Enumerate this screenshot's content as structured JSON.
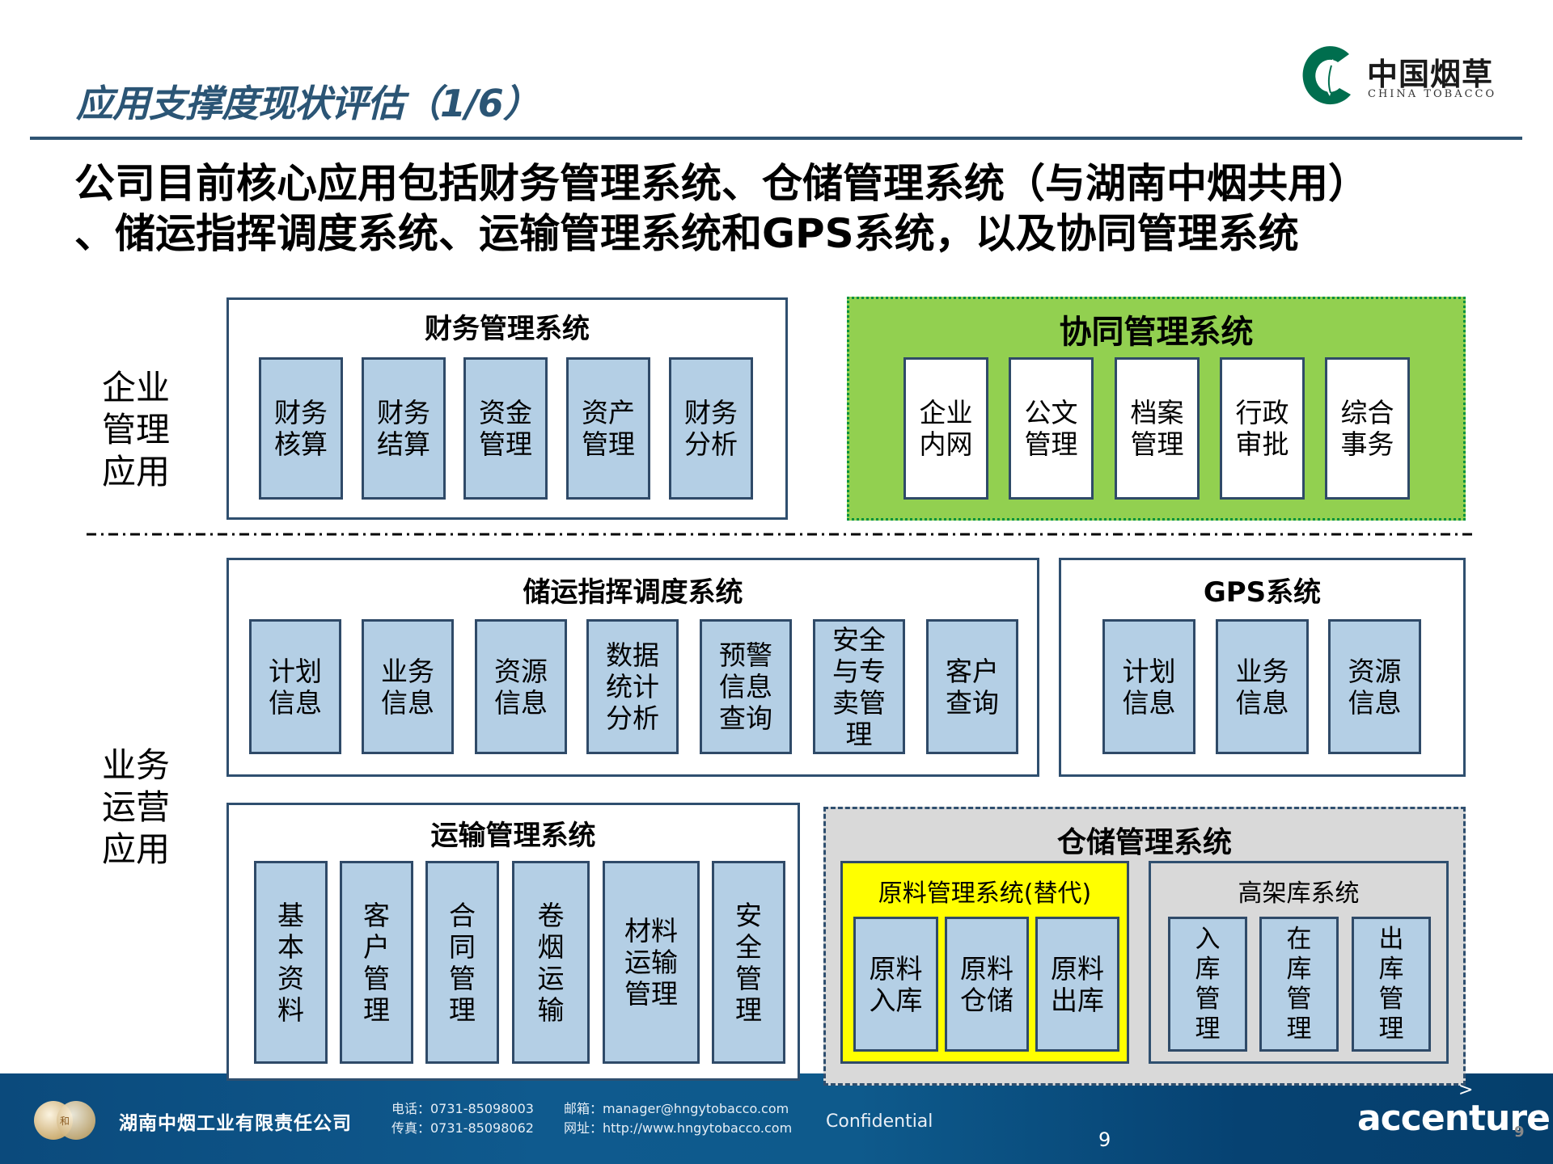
{
  "header": {
    "title": "应用支撑度现状评估（1/6）",
    "logo": {
      "cn": "中国烟草",
      "en": "CHINA TOBACCO",
      "icon": "china-tobacco-leaf-icon",
      "color": "#006e4e"
    }
  },
  "headline": {
    "line1": "公司目前核心应用包括财务管理系统、仓储管理系统（与湖南中烟共用）",
    "line2": "、储运指挥调度系统、运输管理系统和GPS系统，以及协同管理系统"
  },
  "side_labels": {
    "enterprise": [
      "企业",
      "管理",
      "应用"
    ],
    "operations": [
      "业务",
      "运营",
      "应用"
    ]
  },
  "systems": {
    "finance": {
      "title": "财务管理系统",
      "modules": [
        [
          "财务",
          "核算"
        ],
        [
          "财务",
          "结算"
        ],
        [
          "资金",
          "管理"
        ],
        [
          "资产",
          "管理"
        ],
        [
          "财务",
          "分析"
        ]
      ]
    },
    "collab": {
      "title": "协同管理系统",
      "modules": [
        [
          "企业",
          "内网"
        ],
        [
          "公文",
          "管理"
        ],
        [
          "档案",
          "管理"
        ],
        [
          "行政",
          "审批"
        ],
        [
          "综合",
          "事务"
        ]
      ]
    },
    "dispatch": {
      "title": "储运指挥调度系统",
      "modules": [
        [
          "计划",
          "信息"
        ],
        [
          "业务",
          "信息"
        ],
        [
          "资源",
          "信息"
        ],
        [
          "数据",
          "统计",
          "分析"
        ],
        [
          "预警",
          "信息",
          "查询"
        ],
        [
          "安全",
          "与专",
          "卖管",
          "理"
        ],
        [
          "客户",
          "查询"
        ]
      ]
    },
    "gps": {
      "title": "GPS系统",
      "modules": [
        [
          "计划",
          "信息"
        ],
        [
          "业务",
          "信息"
        ],
        [
          "资源",
          "信息"
        ]
      ]
    },
    "transport": {
      "title": "运输管理系统",
      "modules": [
        [
          "基",
          "本",
          "资",
          "料"
        ],
        [
          "客",
          "户",
          "管",
          "理"
        ],
        [
          "合",
          "同",
          "管",
          "理"
        ],
        [
          "卷",
          "烟",
          "运",
          "输"
        ],
        [
          "材料",
          "运输",
          "管理"
        ],
        [
          "安",
          "全",
          "管",
          "理"
        ]
      ]
    },
    "warehouse": {
      "title": "仓储管理系统",
      "raw_material": {
        "title": "原料管理系统(替代)",
        "modules": [
          [
            "原料",
            "入库"
          ],
          [
            "原料",
            "仓储"
          ],
          [
            "原料",
            "出库"
          ]
        ]
      },
      "high_bay": {
        "title": "高架库系统",
        "modules": [
          [
            "入",
            "库",
            "管",
            "理"
          ],
          [
            "在",
            "库",
            "管",
            "理"
          ],
          [
            "出",
            "库",
            "管",
            "理"
          ]
        ]
      }
    }
  },
  "footer": {
    "company": "湖南中烟工业有限责任公司",
    "phone": "电话：0731-85098003",
    "fax": "传真：0731-85098062",
    "email": "邮箱：manager@hngytobacco.com",
    "website": "网址：http://www.hngytobacco.com",
    "confidential": "Confidential",
    "page_number": "9",
    "page_number_small": "9",
    "brand": "accenture",
    "brand_mark": ">"
  },
  "colors": {
    "title": "#2b5575",
    "box_border": "#2f4f6f",
    "module_fill": "#b4cfe5",
    "collab_fill": "#92d050",
    "collab_border": "#00913f",
    "warehouse_fill": "#d9d9d9",
    "raw_material_fill": "#ffff00",
    "footer_bg": "#0b4f82"
  }
}
